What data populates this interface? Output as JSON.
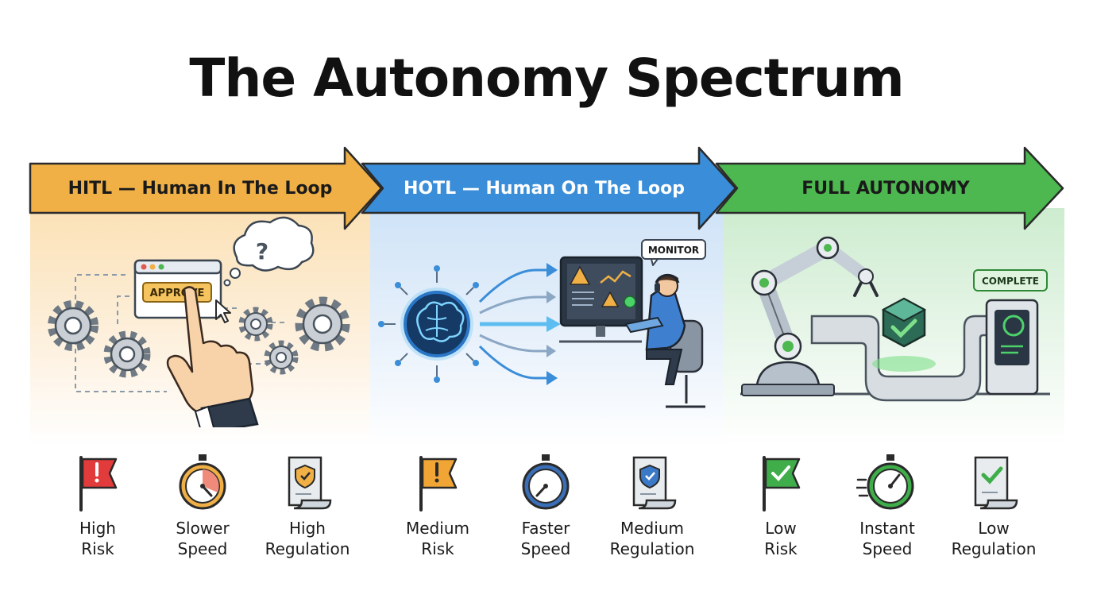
{
  "title": "The Autonomy Spectrum",
  "stages": [
    {
      "label": "HITL — Human In The Loop",
      "color": "#f0b046",
      "illustration": {
        "button_text": "APPROVE",
        "bubble_text": "?"
      },
      "metrics": [
        {
          "icon": "red-flag-icon",
          "line1": "High",
          "line2": "Risk"
        },
        {
          "icon": "stopwatch-slow-icon",
          "line1": "Slower",
          "line2": "Speed"
        },
        {
          "icon": "regulation-scroll-icon",
          "line1": "High",
          "line2": "Regulation"
        }
      ]
    },
    {
      "label": "HOTL — Human On The Loop",
      "color": "#3a8dd8",
      "illustration": {
        "tag_text": "MONITOR"
      },
      "metrics": [
        {
          "icon": "orange-flag-icon",
          "line1": "Medium",
          "line2": "Risk"
        },
        {
          "icon": "stopwatch-fast-icon",
          "line1": "Faster",
          "line2": "Speed"
        },
        {
          "icon": "regulation-scroll-icon",
          "line1": "Medium",
          "line2": "Regulation"
        }
      ]
    },
    {
      "label": "FULL AUTONOMY",
      "color": "#4cb84f",
      "illustration": {
        "tag_text": "COMPLETE"
      },
      "metrics": [
        {
          "icon": "green-check-flag-icon",
          "line1": "Low",
          "line2": "Risk"
        },
        {
          "icon": "stopwatch-instant-icon",
          "line1": "Instant",
          "line2": "Speed"
        },
        {
          "icon": "regulation-scroll-check-icon",
          "line1": "Low",
          "line2": "Regulation"
        }
      ]
    }
  ]
}
